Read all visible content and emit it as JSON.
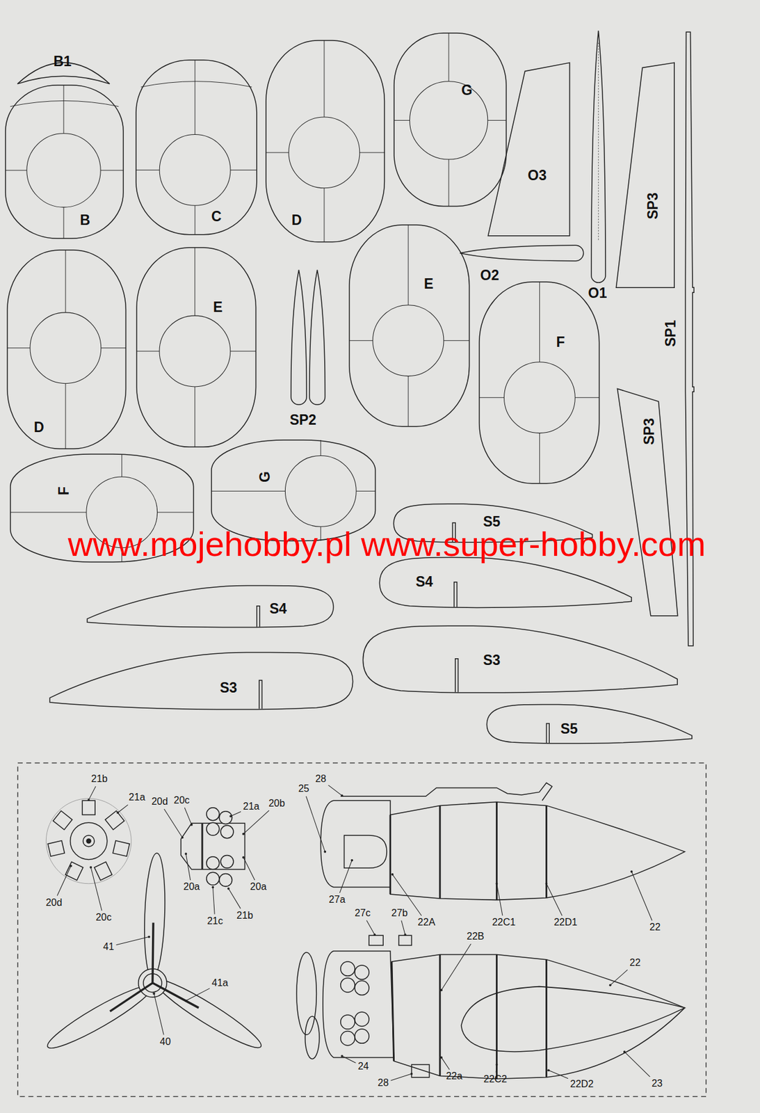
{
  "diagram": {
    "nodes": [
      {
        "text": [
          "B1"
        ]
      },
      {
        "text": [
          "B"
        ]
      },
      {
        "text": [
          "C"
        ]
      },
      {
        "text": [
          "D"
        ]
      },
      {
        "text": [
          "G"
        ]
      },
      {
        "text": [
          "O3"
        ]
      },
      {
        "text": [
          "O1"
        ]
      },
      {
        "text": [
          "O2"
        ]
      },
      {
        "text": [
          "SP3"
        ]
      },
      {
        "text": [
          "SP1"
        ]
      },
      {
        "text": [
          "D"
        ]
      },
      {
        "text": [
          "E"
        ]
      },
      {
        "text": [
          "SP2"
        ]
      },
      {
        "text": [
          "E"
        ]
      },
      {
        "text": [
          "F"
        ]
      },
      {
        "text": [
          "SP3"
        ]
      },
      {
        "text": [
          "F"
        ]
      },
      {
        "text": [
          "G"
        ]
      },
      {
        "text": [
          "S5"
        ]
      },
      {
        "text": [
          "S4"
        ]
      },
      {
        "text": [
          "S4"
        ]
      },
      {
        "text": [
          "S3"
        ]
      },
      {
        "text": [
          "S3"
        ]
      },
      {
        "text": [
          "S5"
        ]
      }
    ],
    "labels": [
      "www.mojehobby.pl www.super-hobby.com",
      "21b",
      "21a",
      "20d",
      "20c",
      "20d",
      "20c",
      "21a",
      "20b",
      "20a",
      "20a",
      "21c",
      "21b",
      "41",
      "41a",
      "40",
      "28",
      "25",
      "27a",
      "22A",
      "22C1",
      "22D1",
      "22",
      "27c",
      "27b",
      "22B",
      "22",
      "24",
      "28",
      "22a",
      "22C2",
      "22D2",
      "23"
    ]
  }
}
